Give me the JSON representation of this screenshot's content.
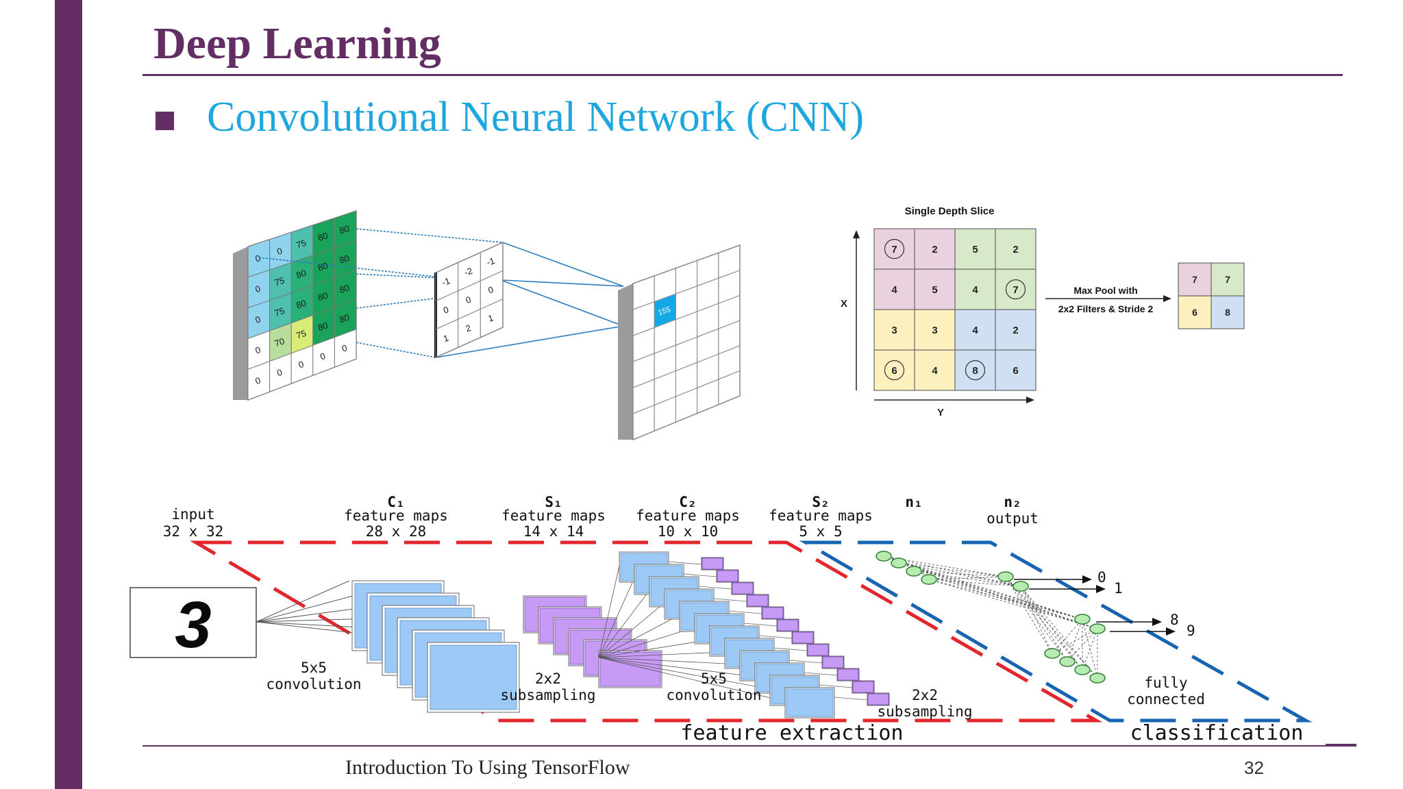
{
  "slide": {
    "title": "Deep Learning",
    "subtitle": "Convolutional Neural Network (CNN)",
    "footer": "Introduction To Using TensorFlow",
    "page_number": "32"
  },
  "colors": {
    "brand_purple": "#622e64",
    "subtitle_blue": "#1ea6df",
    "red_dash": "#e3262d",
    "blue_dash": "#1664b2"
  },
  "conv_diagram": {
    "input_rows": [
      [
        "0",
        "0",
        "75",
        "80",
        "80"
      ],
      [
        "0",
        "75",
        "80",
        "80",
        "80"
      ],
      [
        "0",
        "75",
        "80",
        "80",
        "80"
      ],
      [
        "0",
        "70",
        "75",
        "80",
        "80"
      ],
      [
        "0",
        "0",
        "0",
        "0",
        "0"
      ]
    ],
    "kernel_rows": [
      [
        "-1",
        "-2",
        "-1"
      ],
      [
        "0",
        "0",
        "0"
      ],
      [
        "1",
        "2",
        "1"
      ]
    ],
    "output_value": "155"
  },
  "maxpool": {
    "title": "Single Depth Slice",
    "x_axis": "X",
    "y_axis": "Y",
    "grid": [
      [
        "7",
        "2",
        "5",
        "2"
      ],
      [
        "4",
        "5",
        "4",
        "7"
      ],
      [
        "3",
        "3",
        "4",
        "2"
      ],
      [
        "6",
        "4",
        "8",
        "6"
      ]
    ],
    "arrow_label_1": "Max Pool with",
    "arrow_label_2": "2x2 Filters & Stride 2",
    "result": [
      [
        "7",
        "7"
      ],
      [
        "6",
        "8"
      ]
    ]
  },
  "lenet": {
    "digit": "3",
    "input_label": "input",
    "input_size": "32 x 32",
    "c1_name": "C₁",
    "c1_label": "feature maps",
    "c1_size": "28 x 28",
    "s1_name": "S₁",
    "s1_label": "feature maps",
    "s1_size": "14 x 14",
    "c2_name": "C₂",
    "c2_label": "feature maps",
    "c2_size": "10 x 10",
    "s2_name": "S₂",
    "s2_label": "feature maps",
    "s2_size": "5 x 5",
    "n1_name": "n₁",
    "n2_name": "n₂",
    "n2_label": "output",
    "op1_a": "5x5",
    "op1_b": "convolution",
    "op2_a": "2x2",
    "op2_b": "subsampling",
    "op3_a": "5x5",
    "op3_b": "convolution",
    "op4_a": "2x2",
    "op4_b": "subsampling",
    "fc_a": "fully",
    "fc_b": "connected",
    "out_0": "0",
    "out_1": "1",
    "out_8": "8",
    "out_9": "9",
    "feature_extraction": "feature extraction",
    "classification": "classification"
  }
}
